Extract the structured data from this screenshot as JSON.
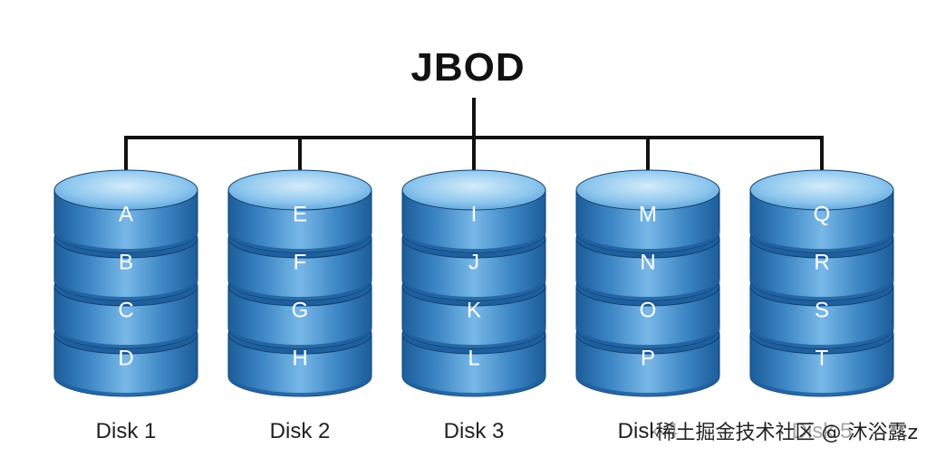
{
  "diagram": {
    "title": "JBOD",
    "disks": [
      {
        "label": "Disk 1",
        "blocks": [
          "A",
          "B",
          "C",
          "D"
        ]
      },
      {
        "label": "Disk 2",
        "blocks": [
          "E",
          "F",
          "G",
          "H"
        ]
      },
      {
        "label": "Disk 3",
        "blocks": [
          "I",
          "J",
          "K",
          "L"
        ]
      },
      {
        "label": "Disk 4",
        "blocks": [
          "M",
          "N",
          "O",
          "P"
        ]
      },
      {
        "label": "Disk 5",
        "blocks": [
          "Q",
          "R",
          "S",
          "T"
        ]
      }
    ]
  },
  "watermark": "稀土掘金技术社区 @ 沐浴露z",
  "colors": {
    "disk_light": "#9fd0f2",
    "disk_mid": "#4f97d1",
    "disk_dark": "#1e5f9e",
    "disk_edge": "#0f3f6e",
    "connector": "#111111"
  }
}
